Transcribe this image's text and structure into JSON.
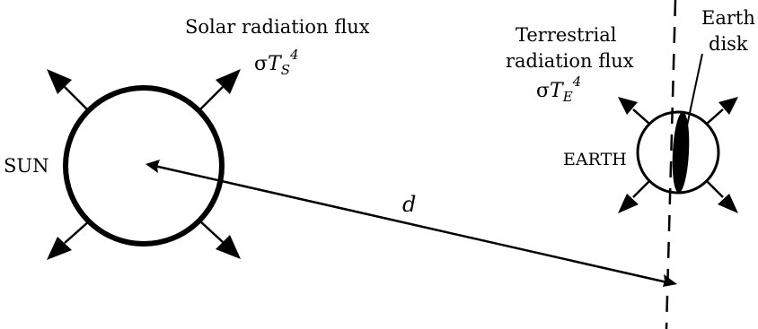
{
  "sun": {
    "label": "SUN"
  },
  "earth": {
    "label": "EARTH",
    "disk_label_line1": "Earth",
    "disk_label_line2": "disk"
  },
  "solar_flux": {
    "title": "Solar radiation flux",
    "sigma": "σ",
    "T": "T",
    "subscript": "S",
    "exponent": "4"
  },
  "terrestrial_flux": {
    "title_line1": "Terrestrial",
    "title_line2": "radiation flux",
    "sigma": "σ",
    "T": "T",
    "subscript": "E",
    "exponent": "4"
  },
  "distance": {
    "label": "d"
  },
  "colors": {
    "line": "#000000",
    "background": "#ffffff"
  }
}
